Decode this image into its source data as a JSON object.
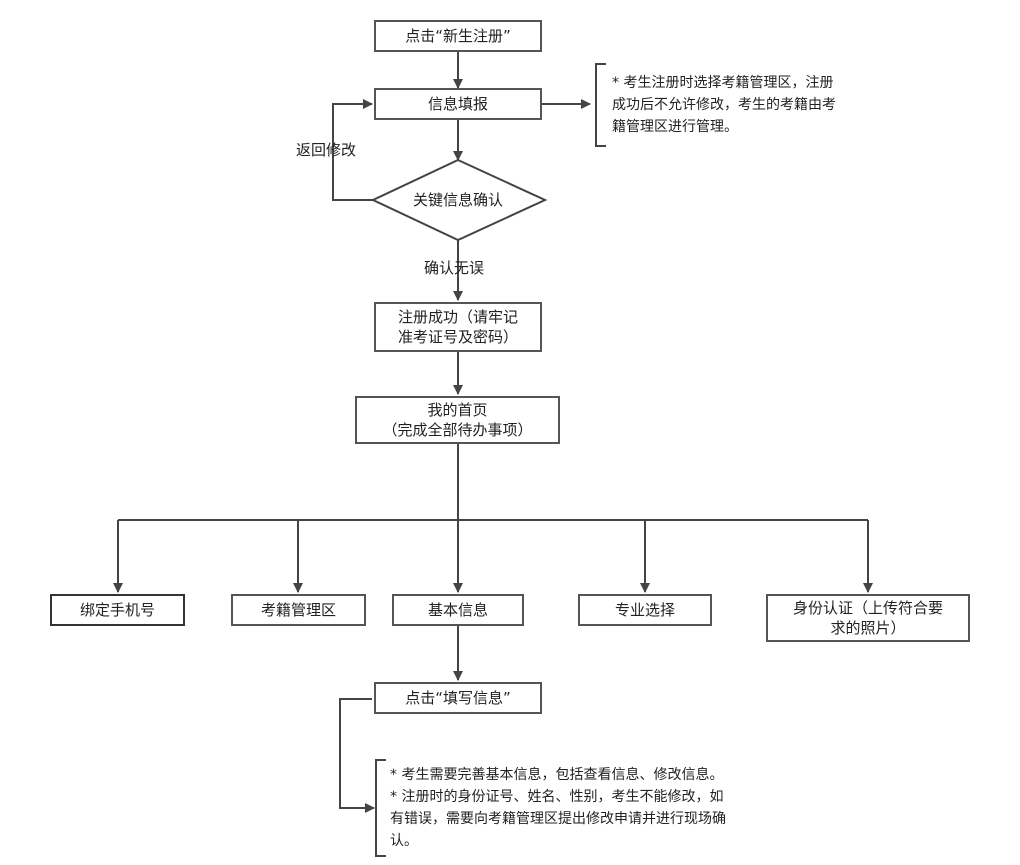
{
  "nodes": {
    "click_register": "点击“新生注册”",
    "info_fill": "信息填报",
    "key_confirm": "关键信息确认",
    "register_success": "注册成功（请牢记\n准考证号及密码）",
    "my_home": "我的首页\n（完成全部待办事项）",
    "bind_phone": "绑定手机号",
    "registry_area": "考籍管理区",
    "basic_info": "基本信息",
    "major_select": "专业选择",
    "id_auth": "身份认证（上传符合要\n求的照片）",
    "click_fill_info": "点击“填写信息”"
  },
  "edge_labels": {
    "back_modify": "返回修改",
    "confirm_ok": "确认无误"
  },
  "notes": {
    "registry_note": "* 考生注册时选择考籍管理区，注册\n成功后不允许修改，考生的考籍由考\n籍管理区进行管理。",
    "basic_info_note": "* 考生需要完善基本信息，包括查看信息、修改信息。\n* 注册时的身份证号、姓名、性别，考生不能修改，如\n有错误，需要向考籍管理区提出修改申请并进行现场确\n认。"
  },
  "colors": {
    "line": "#444444",
    "box_border": "#555555",
    "text": "#222222"
  }
}
